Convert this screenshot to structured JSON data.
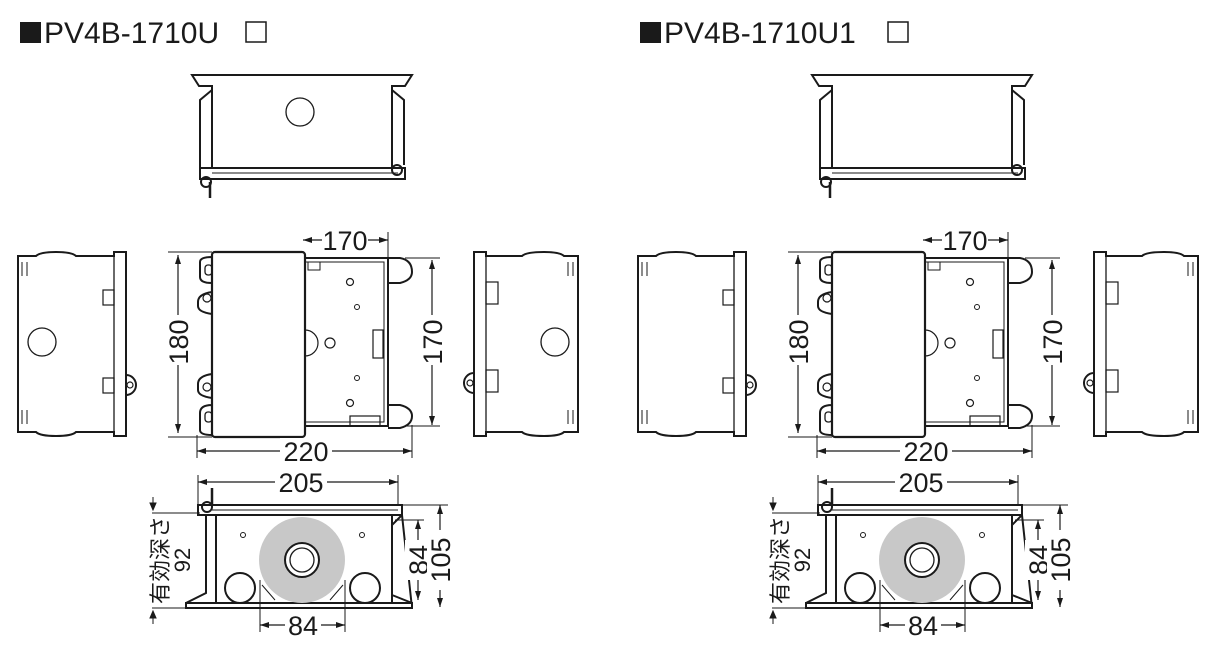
{
  "panels": [
    {
      "model": "PV4B-1710U",
      "knockouts": true,
      "dims": {
        "top_width": "170",
        "height_outer": "180",
        "height_inner": "170",
        "width_outer": "220",
        "width_bottom": "205",
        "depth_inner": "84",
        "depth_outer": "105",
        "hole_width": "84",
        "effective_depth_label": "有効深さ",
        "effective_depth": "92"
      }
    },
    {
      "model": "PV4B-1710U1",
      "knockouts": false,
      "dims": {
        "top_width": "170",
        "height_outer": "180",
        "height_inner": "170",
        "width_outer": "220",
        "width_bottom": "205",
        "depth_inner": "84",
        "depth_outer": "105",
        "hole_width": "84",
        "effective_depth_label": "有効深さ",
        "effective_depth": "92"
      }
    }
  ],
  "colors": {
    "line": "#1a1a1a",
    "disc": "#c8c8c8"
  }
}
